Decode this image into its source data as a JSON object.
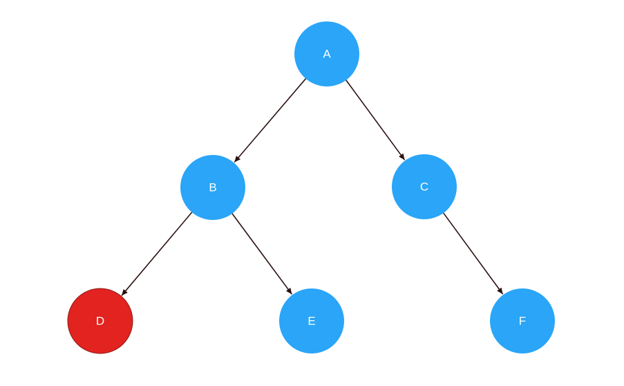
{
  "colors": {
    "node_default": "#2aa5f7",
    "node_highlight": "#e2231f",
    "edge": "#2b1010",
    "label": "#ffffff"
  },
  "nodes": [
    {
      "id": "A",
      "label": "A",
      "highlighted": false
    },
    {
      "id": "B",
      "label": "B",
      "highlighted": false
    },
    {
      "id": "C",
      "label": "C",
      "highlighted": false
    },
    {
      "id": "D",
      "label": "D",
      "highlighted": true
    },
    {
      "id": "E",
      "label": "E",
      "highlighted": false
    },
    {
      "id": "F",
      "label": "F",
      "highlighted": false
    }
  ],
  "edges": [
    {
      "from": "A",
      "to": "B"
    },
    {
      "from": "A",
      "to": "C"
    },
    {
      "from": "B",
      "to": "D"
    },
    {
      "from": "B",
      "to": "E"
    },
    {
      "from": "C",
      "to": "F"
    }
  ]
}
